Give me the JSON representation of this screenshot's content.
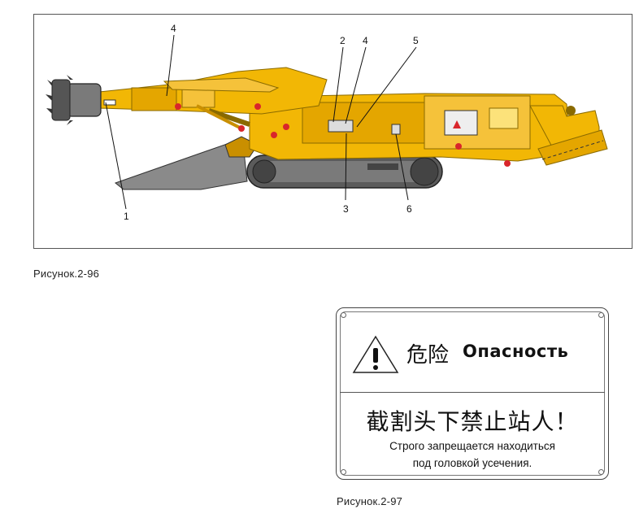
{
  "figure1": {
    "caption": "Рисунок.2-96",
    "callouts": [
      {
        "id": "callout-1-bottom-left",
        "label": "1"
      },
      {
        "id": "callout-4-top-left",
        "label": "4"
      },
      {
        "id": "callout-2",
        "label": "2"
      },
      {
        "id": "callout-4-center",
        "label": "4"
      },
      {
        "id": "callout-5",
        "label": "5"
      },
      {
        "id": "callout-3",
        "label": "3"
      },
      {
        "id": "callout-6",
        "label": "6"
      }
    ],
    "colors": {
      "machine_body": "#f2b705",
      "machine_shadow": "#c98f00",
      "track": "#6a6a6a",
      "track_dark": "#3d3d3d",
      "red_marker": "#d9262b"
    }
  },
  "figure2": {
    "caption": "Рисунок.2-97",
    "sign": {
      "icon": "warning-triangle-icon",
      "danger_cn": "危险",
      "danger_ru": "Опасность",
      "warning_cn": "截割头下禁止站人！",
      "warning_ru_line1": "Строго запрещается находиться",
      "warning_ru_line2": "под головкой усечения."
    }
  }
}
